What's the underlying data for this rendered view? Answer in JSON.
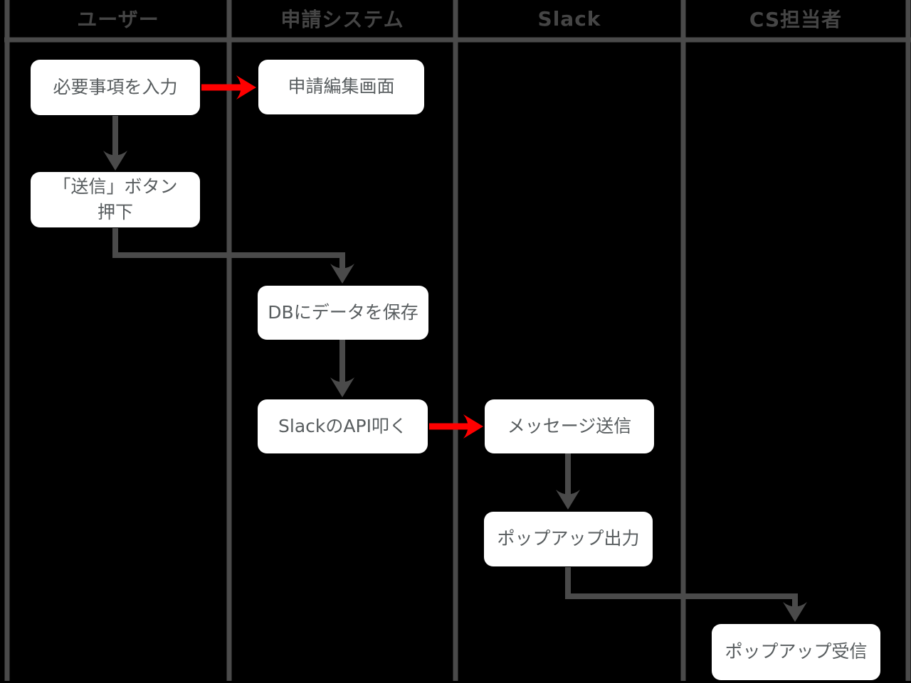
{
  "diagram": {
    "kind": "swimlane-flowchart",
    "lanes": [
      {
        "label": "ユーザー"
      },
      {
        "label": "申請システム"
      },
      {
        "label": "Slack"
      },
      {
        "label": "CS担当者"
      }
    ],
    "nodes": [
      {
        "id": "input-required-fields",
        "lane": "ユーザー",
        "label": "必要事項を入力"
      },
      {
        "id": "application-edit-screen",
        "lane": "申請システム",
        "label": "申請編集画面"
      },
      {
        "id": "press-send-button",
        "lane": "ユーザー",
        "label": "「送信」ボタン\n押下"
      },
      {
        "id": "save-data-to-db",
        "lane": "申請システム",
        "label": "DBにデータを保存"
      },
      {
        "id": "call-slack-api",
        "lane": "申請システム",
        "label": "SlackのAPI叩く"
      },
      {
        "id": "send-message",
        "lane": "Slack",
        "label": "メッセージ送信"
      },
      {
        "id": "popup-output",
        "lane": "Slack",
        "label": "ポップアップ出力"
      },
      {
        "id": "popup-receive",
        "lane": "CS担当者",
        "label": "ポップアップ受信"
      }
    ],
    "edges": [
      {
        "from": "必要事項を入力",
        "to": "申請編集画面",
        "color": "red"
      },
      {
        "from": "必要事項を入力",
        "to": "「送信」ボタン押下",
        "color": "gray"
      },
      {
        "from": "「送信」ボタン押下",
        "to": "DBにデータを保存",
        "color": "gray"
      },
      {
        "from": "DBにデータを保存",
        "to": "SlackのAPI叩く",
        "color": "gray"
      },
      {
        "from": "SlackのAPI叩く",
        "to": "メッセージ送信",
        "color": "red"
      },
      {
        "from": "メッセージ送信",
        "to": "ポップアップ出力",
        "color": "gray"
      },
      {
        "from": "ポップアップ出力",
        "to": "ポップアップ受信",
        "color": "gray"
      }
    ]
  },
  "colors": {
    "background": "#000000",
    "lane_line": "#4a4a4a",
    "arrow_gray": "#4a4a4a",
    "arrow_red": "#ff0000",
    "node_fill": "#ffffff",
    "node_text": "#585d5f",
    "header_text": "#454545"
  }
}
